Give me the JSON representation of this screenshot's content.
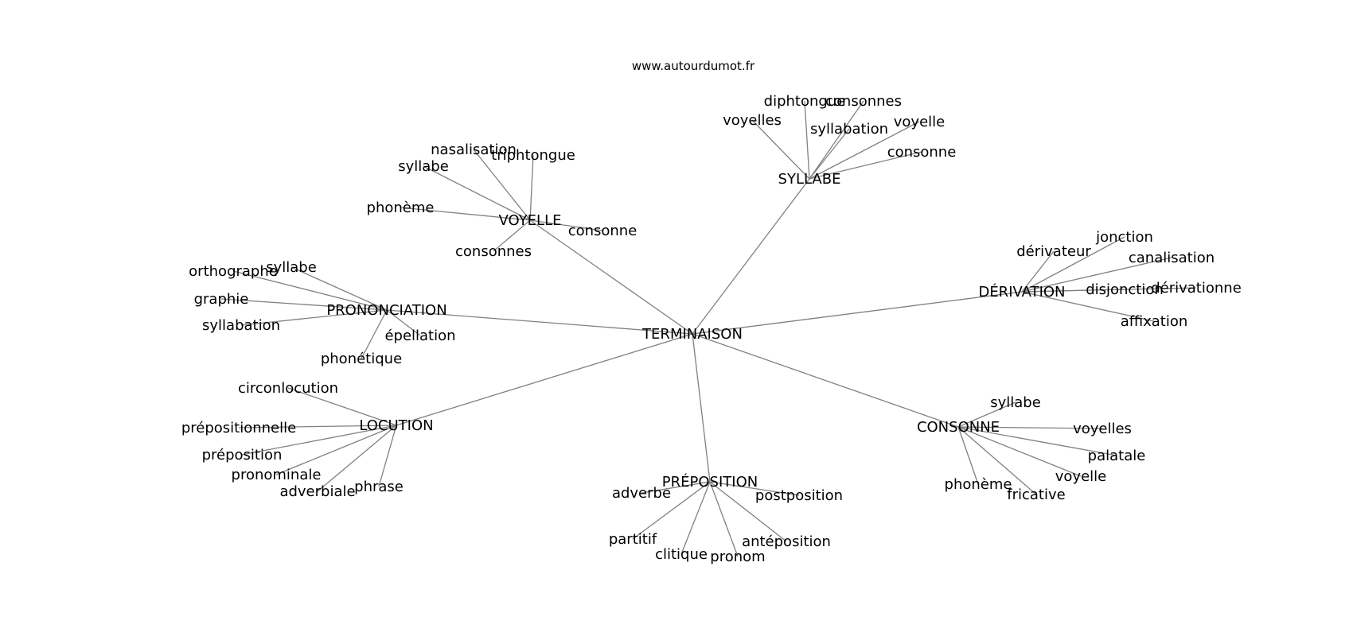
{
  "source": "www.autourdumot.fr",
  "root": "TERMINAISON",
  "clusters": [
    {
      "hub": "SYLLABE",
      "words": [
        "diphtongue",
        "consonnes",
        "voyelles",
        "syllabation",
        "voyelle",
        "consonne"
      ]
    },
    {
      "hub": "VOYELLE",
      "words": [
        "nasalisation",
        "triphtongue",
        "syllabe",
        "phonème",
        "consonne",
        "consonnes"
      ]
    },
    {
      "hub": "PRONONCIATION",
      "words": [
        "orthographe",
        "syllabe",
        "graphie",
        "syllabation",
        "épellation",
        "phonétique"
      ]
    },
    {
      "hub": "DÉRIVATION",
      "words": [
        "dérivateur",
        "jonction",
        "canalisation",
        "disjonction",
        "dérivationne",
        "affixation"
      ]
    },
    {
      "hub": "LOCUTION",
      "words": [
        "circonlocution",
        "prépositionnelle",
        "préposition",
        "pronominale",
        "adverbiale",
        "phrase"
      ]
    },
    {
      "hub": "CONSONNE",
      "words": [
        "syllabe",
        "voyelles",
        "palatale",
        "voyelle",
        "phonème",
        "fricative"
      ]
    },
    {
      "hub": "PRÉPOSITION",
      "words": [
        "adverbe",
        "postposition",
        "partitif",
        "clitique",
        "pronom",
        "antéposition"
      ]
    }
  ]
}
